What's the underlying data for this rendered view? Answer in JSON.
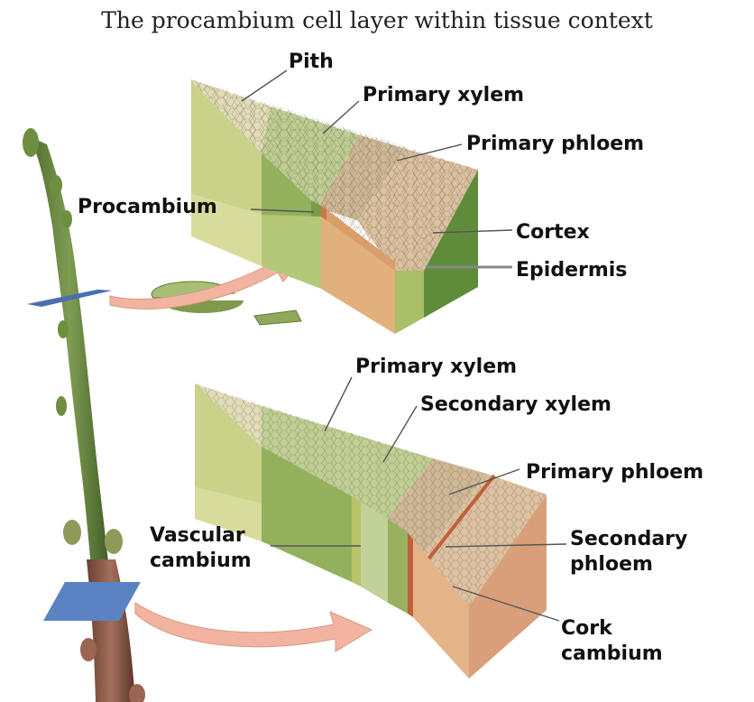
{
  "title": "The procambium cell layer within tissue context",
  "primary_section": {
    "labels": {
      "pith": "Pith",
      "primary_xylem": "Primary xylem",
      "primary_phloem": "Primary phloem",
      "procambium": "Procambium",
      "cortex": "Cortex",
      "epidermis": "Epidermis"
    }
  },
  "secondary_section": {
    "labels": {
      "primary_xylem": "Primary xylem",
      "secondary_xylem": "Secondary xylem",
      "primary_phloem": "Primary phloem",
      "vascular_cambium_line1": "Vascular",
      "vascular_cambium_line2": "cambium",
      "secondary_phloem_line1": "Secondary",
      "secondary_phloem_line2": "phloem",
      "cork_cambium_line1": "Cork",
      "cork_cambium_line2": "cambium"
    }
  },
  "colors": {
    "stem": "#5d7d3a",
    "stem_bark": "#8a5a48",
    "plane": "#5b83c4",
    "arrow": "#f2b4a0",
    "pith": "#e2dcb8",
    "xylem": "#a6bf74",
    "phloem": "#d6a987",
    "cortex": "#ddb38f",
    "epidermis": "#5f8c3a",
    "cork_cambium": "#c0603a"
  }
}
